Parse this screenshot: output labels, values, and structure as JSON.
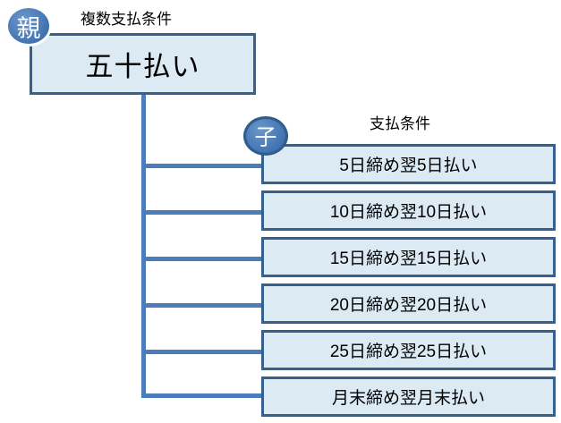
{
  "diagram": {
    "title_parent_caption": "複数支払条件",
    "title_child_caption": "支払条件",
    "colors": {
      "box_fill": "#dbeaf3",
      "box_border": "#35618e",
      "connector": "#4a7ebb",
      "badge_fill": "#4a7ebb",
      "badge_text": "#ffffff",
      "text": "#000000",
      "background": "#ffffff"
    },
    "parent": {
      "badge_label": "親",
      "box_label": "五十払い"
    },
    "child": {
      "badge_label": "子",
      "boxes": [
        {
          "label": "5日締め翌5日払い"
        },
        {
          "label": "10日締め翌10日払い"
        },
        {
          "label": "15日締め翌15日払い"
        },
        {
          "label": "20日締め翌20日払い"
        },
        {
          "label": "25日締め翌25日払い"
        },
        {
          "label": "月末締め翌月末払い"
        }
      ]
    }
  }
}
